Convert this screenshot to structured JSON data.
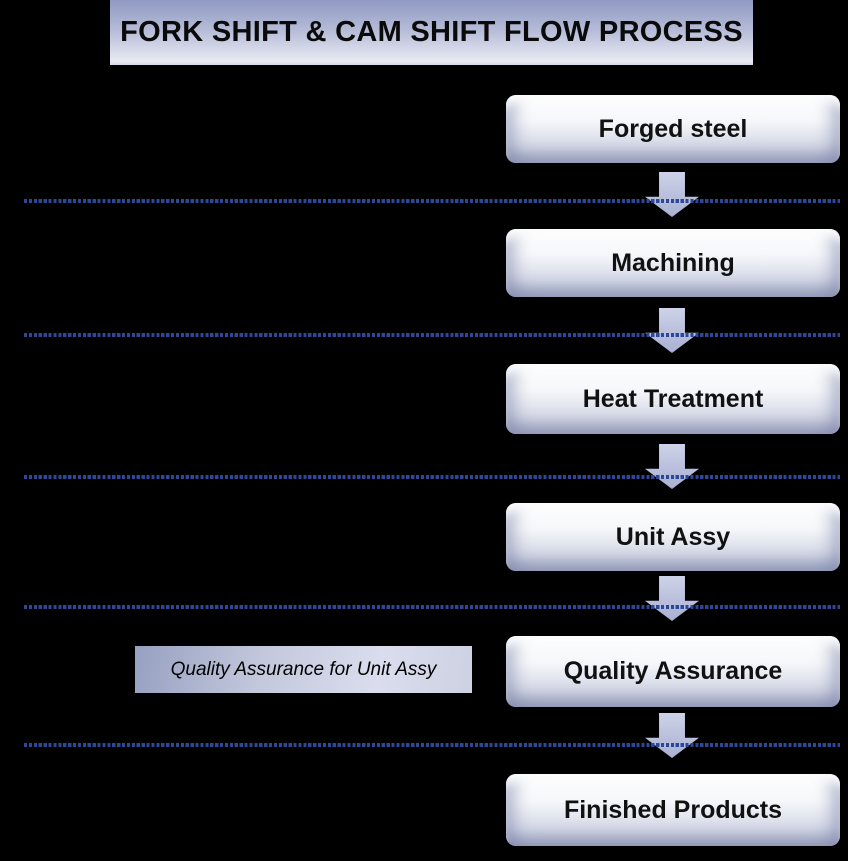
{
  "title": "FORK SHIFT & CAM SHIFT FLOW PROCESS",
  "steps": [
    {
      "label": "Forged steel"
    },
    {
      "label": "Machining"
    },
    {
      "label": "Heat Treatment"
    },
    {
      "label": "Unit Assy"
    },
    {
      "label": "Quality Assurance"
    },
    {
      "label": "Finished Products"
    }
  ],
  "annotation": {
    "label": "Quality Assurance for Unit Assy"
  },
  "colors": {
    "background": "#000000",
    "dash_blue": "#2d4899",
    "title_grad_top": "#8f99c2",
    "title_grad_bottom": "#e8eaf3",
    "box_face": "#f6f7fa",
    "box_edge": "#bec4d9",
    "arrow_top": "#ced3e8",
    "arrow_bottom": "#a9b0d2"
  }
}
